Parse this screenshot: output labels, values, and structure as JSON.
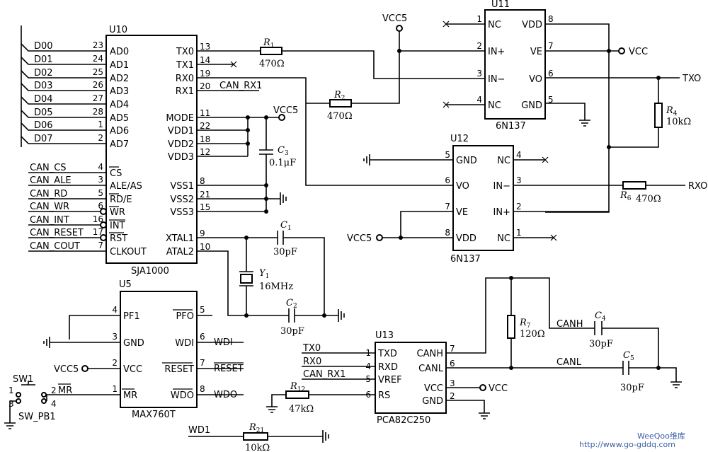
{
  "components": {
    "U10": {
      "ref": "U10",
      "part": "SJA1000",
      "left_pins": [
        [
          "23",
          "AD0"
        ],
        [
          "24",
          "AD1"
        ],
        [
          "25",
          "AD2"
        ],
        [
          "26",
          "AD3"
        ],
        [
          "27",
          "AD4"
        ],
        [
          "28",
          "AD5"
        ],
        [
          "1",
          "AD6"
        ],
        [
          "2",
          "AD7"
        ],
        [
          "4",
          "CS"
        ],
        [
          "3",
          "ALE/AS"
        ],
        [
          "5",
          "RD/E"
        ],
        [
          "6",
          "WR"
        ],
        [
          "16",
          "INT"
        ],
        [
          "17",
          "RST"
        ],
        [
          "7",
          "CLKOUT"
        ]
      ],
      "right_pins": [
        [
          "13",
          "TX0"
        ],
        [
          "14",
          "TX1"
        ],
        [
          "19",
          "RX0"
        ],
        [
          "20",
          "RX1"
        ],
        [
          "11",
          "MODE"
        ],
        [
          "22",
          "VDD1"
        ],
        [
          "18",
          "VDD2"
        ],
        [
          "12",
          "VDD3"
        ],
        [
          "8",
          "VSS1"
        ],
        [
          "21",
          "VSS2"
        ],
        [
          "15",
          "VSS3"
        ],
        [
          "9",
          "XTAL1"
        ],
        [
          "10",
          "ATAL2"
        ]
      ]
    },
    "U11": {
      "ref": "U11",
      "part": "6N137",
      "left_pins": [
        [
          "1",
          "NC"
        ],
        [
          "2",
          "IN+"
        ],
        [
          "3",
          "IN−"
        ],
        [
          "4",
          "NC"
        ]
      ],
      "right_pins": [
        [
          "8",
          "VDD"
        ],
        [
          "7",
          "VE"
        ],
        [
          "6",
          "VO"
        ],
        [
          "5",
          "GND"
        ]
      ]
    },
    "U12": {
      "ref": "U12",
      "part": "6N137",
      "left_pins": [
        [
          "5",
          "GND"
        ],
        [
          "6",
          "VO"
        ],
        [
          "7",
          "VE"
        ],
        [
          "8",
          "VDD"
        ]
      ],
      "right_pins": [
        [
          "4",
          "NC"
        ],
        [
          "3",
          "IN−"
        ],
        [
          "2",
          "IN+"
        ],
        [
          "1",
          "NC"
        ]
      ]
    },
    "U5": {
      "ref": "U5",
      "part": "MAX760T",
      "left_pins": [
        [
          "4",
          "PF1"
        ],
        [
          "3",
          "GND"
        ],
        [
          "2",
          "VCC"
        ],
        [
          "1",
          "MR"
        ]
      ],
      "right_pins": [
        [
          "5",
          "PFO"
        ],
        [
          "6",
          "WDI"
        ],
        [
          "7",
          "RESET"
        ],
        [
          "8",
          "WDO"
        ]
      ]
    },
    "U13": {
      "ref": "U13",
      "part": "PCA82C250",
      "left_pins": [
        [
          "1",
          "TXD"
        ],
        [
          "4",
          "RXD"
        ],
        [
          "5",
          "VREF"
        ],
        [
          "6",
          "RS"
        ]
      ],
      "right_pins": [
        [
          "7",
          "CANH"
        ],
        [
          "6",
          "CANL"
        ],
        [
          "3",
          "VCC"
        ],
        [
          "2",
          "GND"
        ]
      ]
    }
  },
  "passives": {
    "R1": {
      "ref": "R",
      "sub": "1",
      "value": "470Ω"
    },
    "R2": {
      "ref": "R",
      "sub": "2",
      "value": "470Ω"
    },
    "R4": {
      "ref": "R",
      "sub": "4",
      "value": "10kΩ"
    },
    "R6": {
      "ref": "R",
      "sub": "6",
      "value": "470Ω"
    },
    "R7": {
      "ref": "R",
      "sub": "7",
      "value": "120Ω"
    },
    "R12": {
      "ref": "R",
      "sub": "12",
      "value": "47kΩ"
    },
    "R21": {
      "ref": "R",
      "sub": "21",
      "value": "10kΩ"
    },
    "C1": {
      "ref": "C",
      "sub": "1",
      "value": "30pF"
    },
    "C2": {
      "ref": "C",
      "sub": "2",
      "value": "30pF"
    },
    "C3": {
      "ref": "C",
      "sub": "3",
      "value": "0.1μF"
    },
    "C4": {
      "ref": "C",
      "sub": "4",
      "value": "30pF"
    },
    "C5": {
      "ref": "C",
      "sub": "5",
      "value": "30pF"
    },
    "Y1": {
      "ref": "Y",
      "sub": "1",
      "value": "16MHz"
    }
  },
  "switch": {
    "ref": "SW1",
    "part": "SW_PB1",
    "pins": [
      "1",
      "2",
      "3",
      "4"
    ]
  },
  "nets": {
    "data_bus": [
      "D00",
      "D01",
      "D02",
      "D03",
      "D04",
      "D05",
      "D06",
      "D07"
    ],
    "control": [
      "CAN_CS",
      "CAN_ALE",
      "CAN_RD",
      "CAN_WR",
      "CAN_INT",
      "CAN_RESET",
      "CAN_COUT"
    ],
    "can_rx1": "CAN_RX1",
    "vcc5": "VCC5",
    "vcc": "VCC",
    "tx0": "TX0",
    "rx0": "RX0",
    "txo": "TXO",
    "rxo": "RXO",
    "wdi": "WDI",
    "reset": "RESET",
    "wdo": "WDO",
    "wd1": "WD1",
    "mr": "MR",
    "canh": "CANH",
    "canl": "CANL"
  },
  "watermark": {
    "brand": "WeeQoo维库",
    "url": "http://www.go-gddq.com"
  }
}
